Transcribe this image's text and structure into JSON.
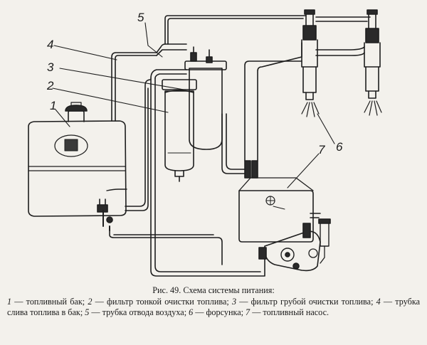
{
  "figure": {
    "callouts": [
      {
        "id": "1",
        "label": "1"
      },
      {
        "id": "2",
        "label": "2"
      },
      {
        "id": "3",
        "label": "3"
      },
      {
        "id": "4",
        "label": "4"
      },
      {
        "id": "5",
        "label": "5"
      },
      {
        "id": "6",
        "label": "6"
      },
      {
        "id": "7",
        "label": "7"
      }
    ]
  },
  "caption": {
    "title": "Рис. 49. Схема системы питания:",
    "items": [
      {
        "num": "1",
        "text": " — топливный бак; "
      },
      {
        "num": "2",
        "text": " — фильтр тонкой очистки топлива; "
      },
      {
        "num": "3",
        "text": " — фильтр грубой очистки топлива; "
      },
      {
        "num": "4",
        "text": " — трубка слива топлива в бак; "
      },
      {
        "num": "5",
        "text": " — трубка отвода воздуха; "
      },
      {
        "num": "6",
        "text": " — форсунка; "
      },
      {
        "num": "7",
        "text": " — топливный насос."
      }
    ]
  }
}
